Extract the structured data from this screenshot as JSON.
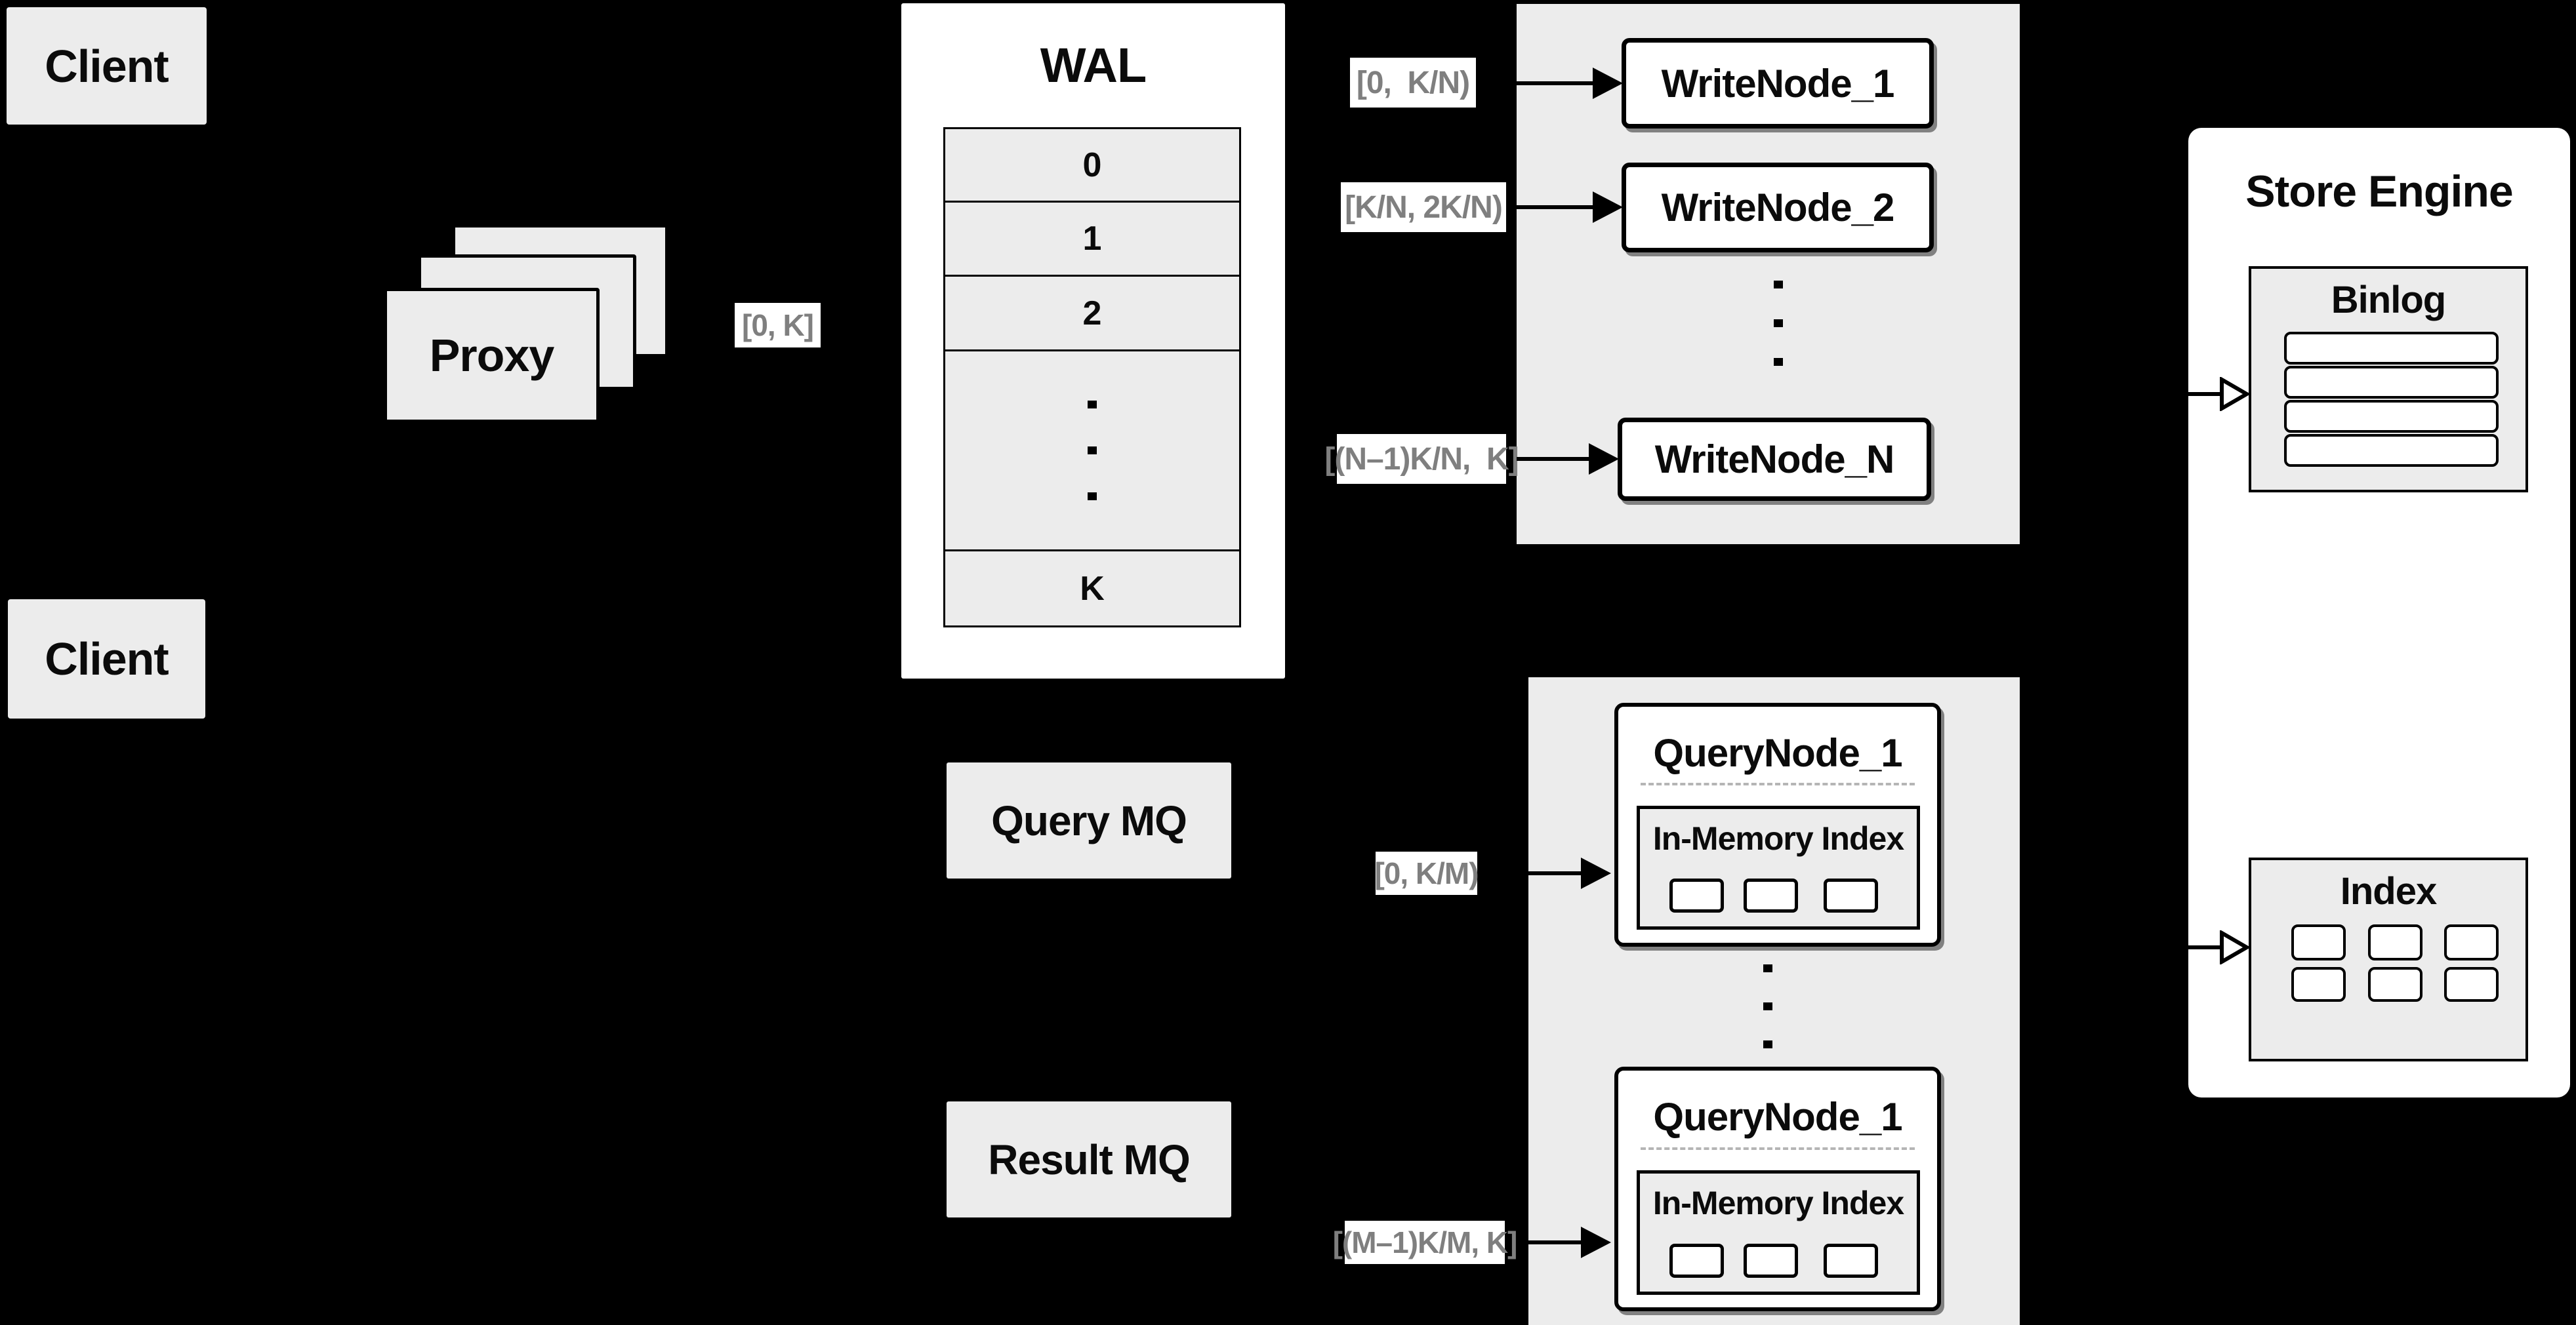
{
  "diagram": {
    "clients": {
      "top_label": "Client",
      "bottom_label": "Client"
    },
    "proxy": {
      "label": "Proxy",
      "range_label": "[0, K]"
    },
    "wal": {
      "title": "WAL",
      "row_labels": [
        "0",
        "1",
        "2"
      ],
      "bottom_row_label": "K"
    },
    "write_nodes": {
      "nodes": [
        {
          "label": "WriteNode_1",
          "range": "[0,  K/N)"
        },
        {
          "label": "WriteNode_2",
          "range": "[K/N, 2K/N)"
        },
        {
          "label": "WriteNode_N",
          "range": "[(N–1)K/N,  K]"
        }
      ]
    },
    "mq": {
      "query": "Query MQ",
      "result": "Result MQ"
    },
    "query_nodes": {
      "nodes": [
        {
          "label": "QueryNode_1",
          "memory_index_label": "In-Memory Index",
          "range": "[0, K/M)"
        },
        {
          "label": "QueryNode_1",
          "memory_index_label": "In-Memory Index",
          "range": "[(M–1)K/M, K]"
        }
      ]
    },
    "store_engine": {
      "title": "Store Engine",
      "binlog_title": "Binlog",
      "index_title": "Index"
    },
    "colors": {
      "background": "#000000",
      "box_fill": "#ececec",
      "panel_white": "#ffffff",
      "border": "#000000",
      "range_label_text": "#7f7f7f",
      "dashed_divider": "#b5b5b5"
    }
  }
}
